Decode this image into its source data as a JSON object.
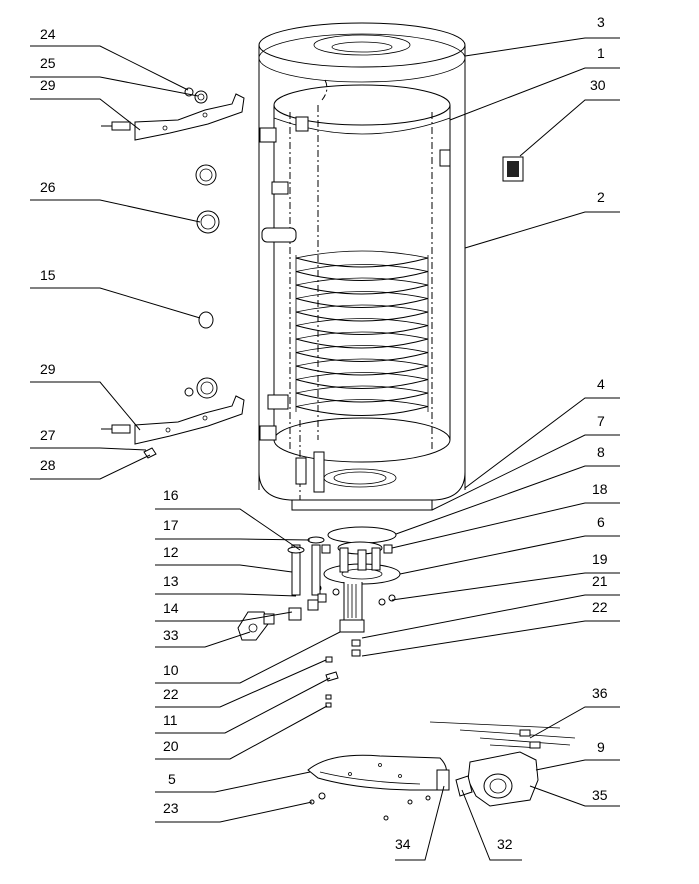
{
  "callouts": {
    "c1": "1",
    "c2": "2",
    "c3": "3",
    "c4": "4",
    "c5": "5",
    "c6": "6",
    "c7": "7",
    "c8": "8",
    "c9": "9",
    "c10": "10",
    "c11": "11",
    "c12": "12",
    "c13": "13",
    "c14": "14",
    "c15": "15",
    "c16": "16",
    "c17": "17",
    "c18": "18",
    "c19": "19",
    "c20": "20",
    "c21": "21",
    "c22a": "22",
    "c22b": "22",
    "c23": "23",
    "c24": "24",
    "c25": "25",
    "c26": "26",
    "c27": "27",
    "c28": "28",
    "c29a": "29",
    "c29b": "29",
    "c30": "30",
    "c32": "32",
    "c33": "33",
    "c34": "34",
    "c35": "35",
    "c36": "36"
  },
  "colors": {
    "line": "#000000",
    "background": "#ffffff"
  }
}
